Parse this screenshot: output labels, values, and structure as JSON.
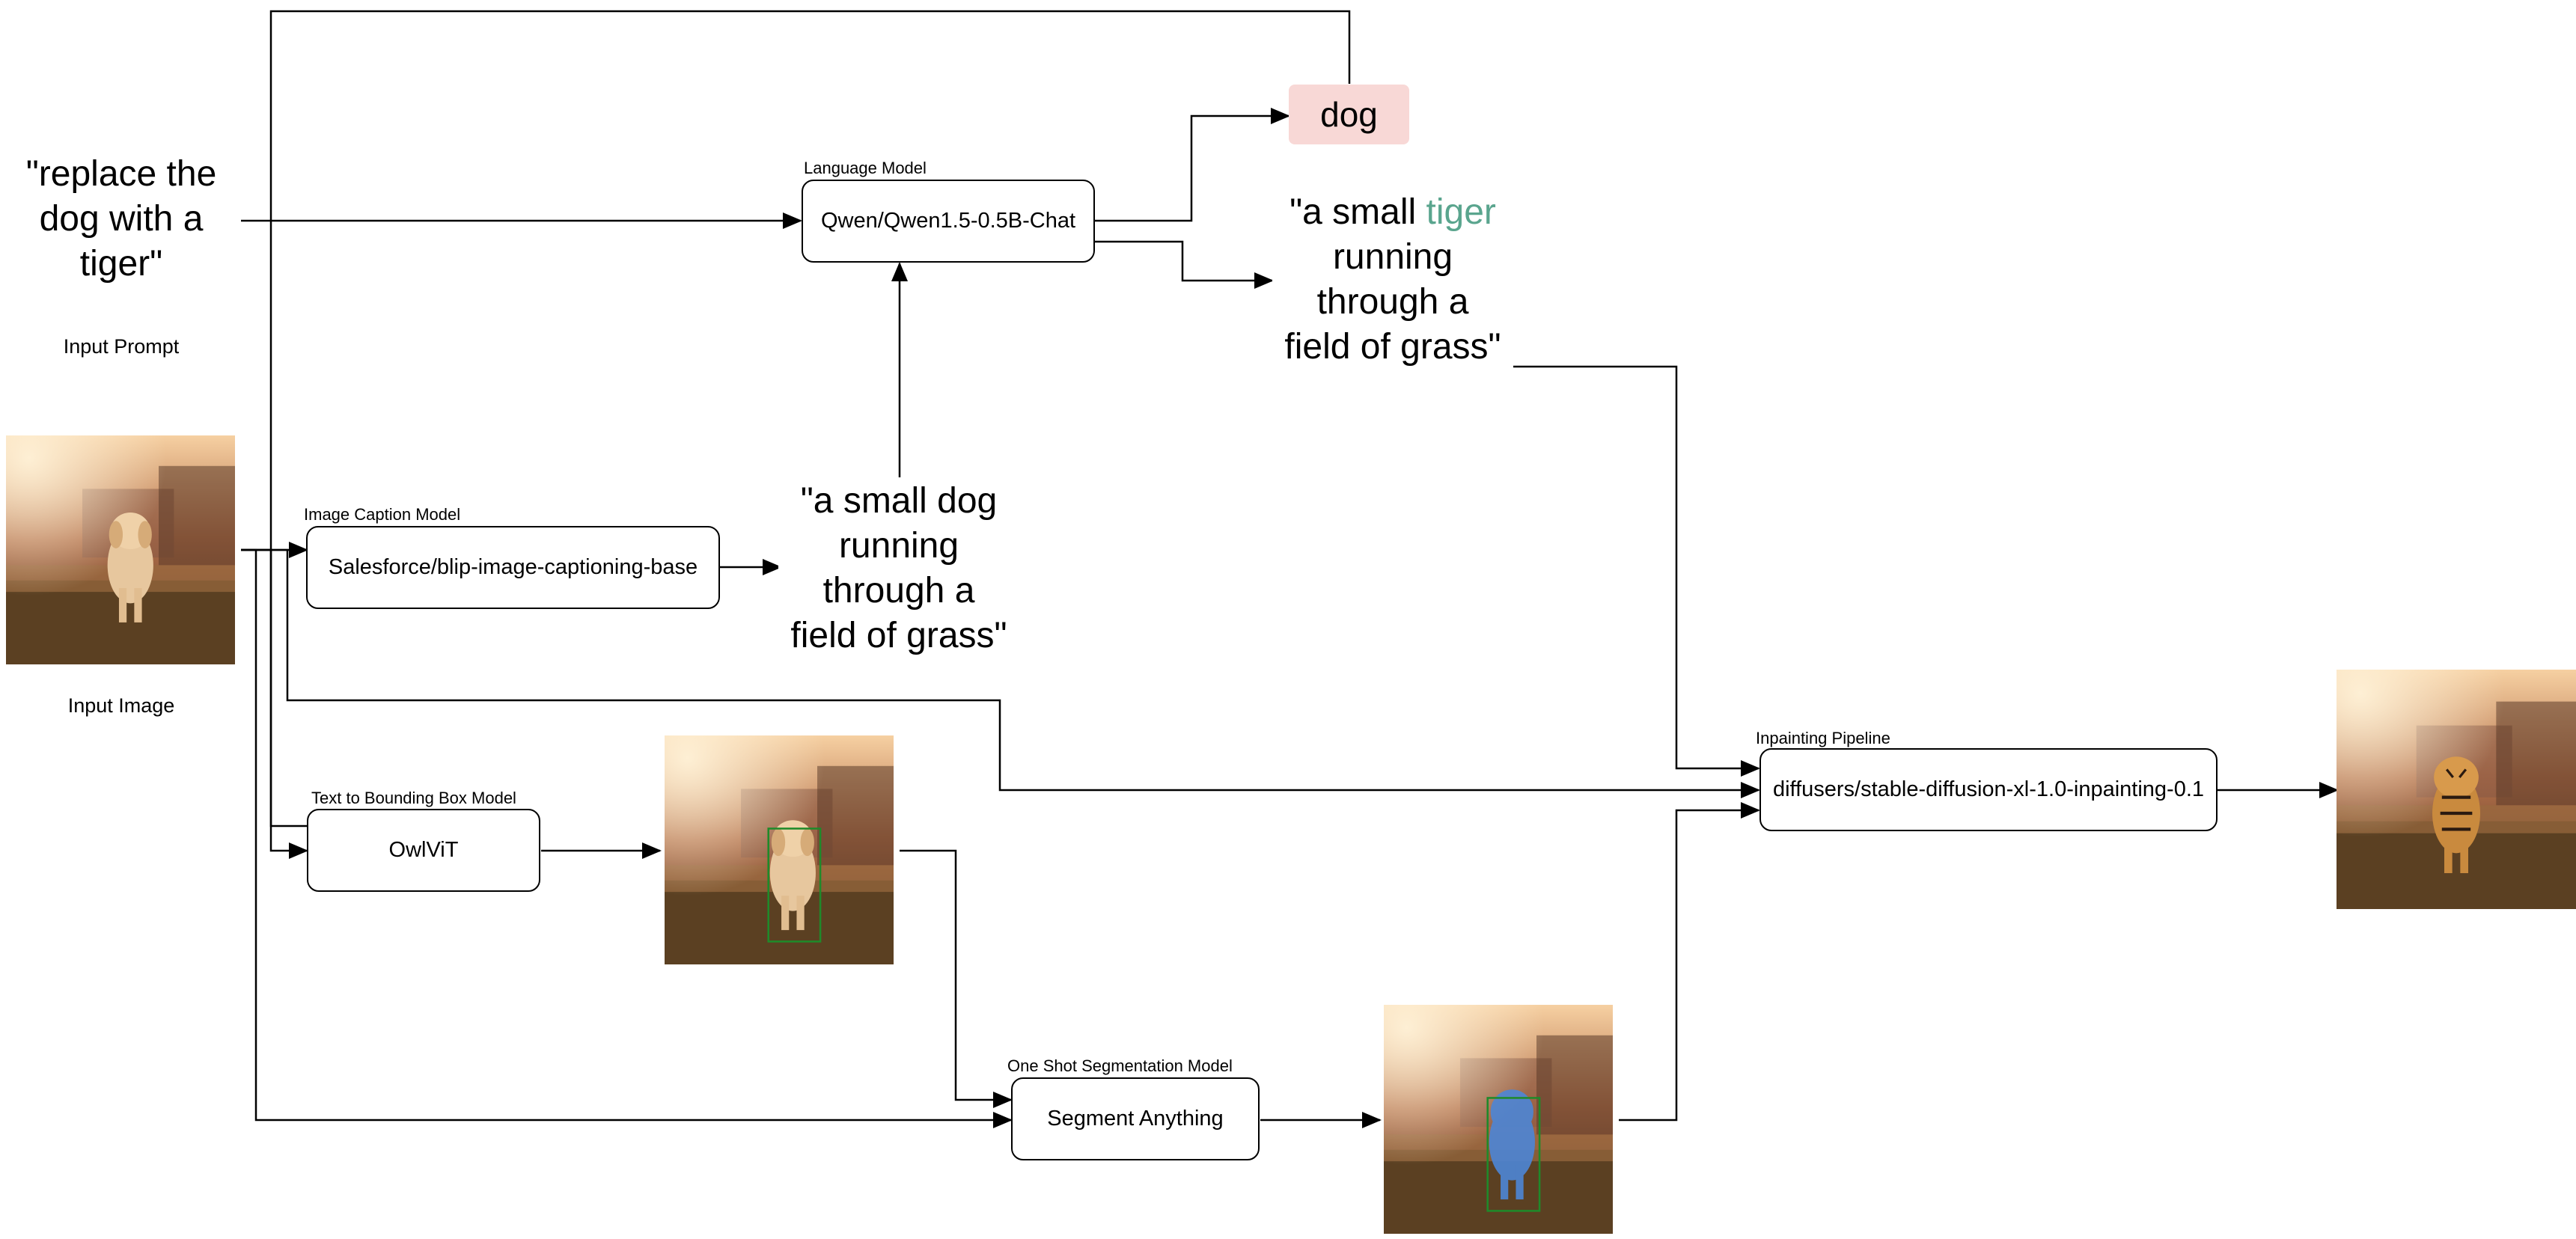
{
  "prompt": {
    "quote": "\"replace the dog with a tiger\"",
    "caption": "Input Prompt"
  },
  "image_input": {
    "caption": "Input Image"
  },
  "language_model": {
    "label": "Language Model",
    "name": "Qwen/Qwen1.5-0.5B-Chat"
  },
  "object_tag": "dog",
  "rewritten_caption": {
    "pre": "\"a small ",
    "highlight": "tiger",
    "post": " running through a field of grass\"",
    "accent_color": "#5aa58e"
  },
  "caption_model": {
    "label": "Image Caption Model",
    "name": "Salesforce/blip-image-captioning-base"
  },
  "generated_caption": "\"a small dog running through a field of grass\"",
  "bbox_model": {
    "label": "Text to Bounding Box Model",
    "name": "OwlViT"
  },
  "segmentation_model": {
    "label": "One Shot Segmentation Model",
    "name": "Segment Anything"
  },
  "inpainting": {
    "label": "Inpainting Pipeline",
    "name": "diffusers/stable-diffusion-xl-1.0-inpainting-0.1"
  },
  "colors": {
    "tag_bg": "#f8d8d6",
    "bbox_stroke": "#1f8a2a",
    "mask_fill": "#4d86d6"
  }
}
